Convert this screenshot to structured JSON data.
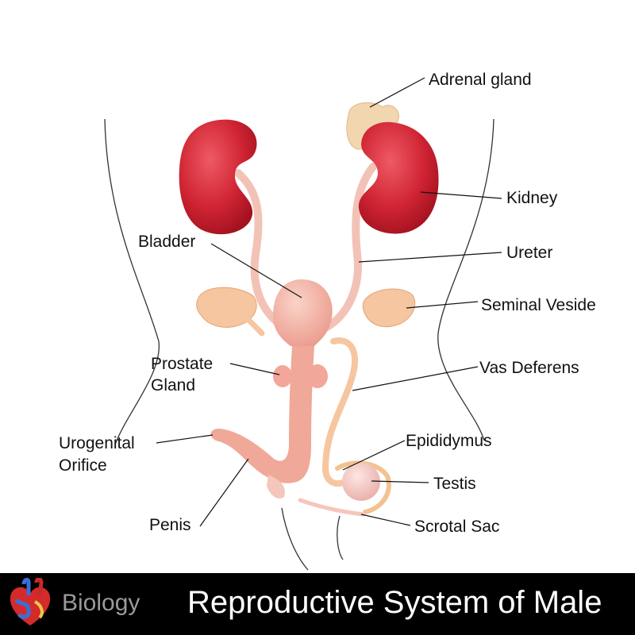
{
  "labels": {
    "adrenal_gland": "Adrenal gland",
    "kidney": "Kidney",
    "bladder": "Bladder",
    "ureter": "Ureter",
    "seminal_vesicle": "Seminal Veside",
    "prostate_line1": "Prostate",
    "prostate_line2": "Gland",
    "vas_deferens": "Vas Deferens",
    "urogenital_line1": "Urogenital",
    "urogenital_line2": "Orifice",
    "epididymus": "Epididymus",
    "testis": "Testis",
    "penis": "Penis",
    "scrotal_sac": "Scrotal Sac"
  },
  "footer": {
    "subject": "Biology",
    "title": "Reproductive System of Male",
    "icon": "heart-icon",
    "background": "#000000"
  },
  "colors": {
    "kidney": "#c91f2e",
    "tract": "#f0a898",
    "adrenal": "#f2d6b0",
    "vesicle": "#f6c6a0",
    "testis": "#f4c9c0",
    "scrotal": "#f3c290"
  }
}
